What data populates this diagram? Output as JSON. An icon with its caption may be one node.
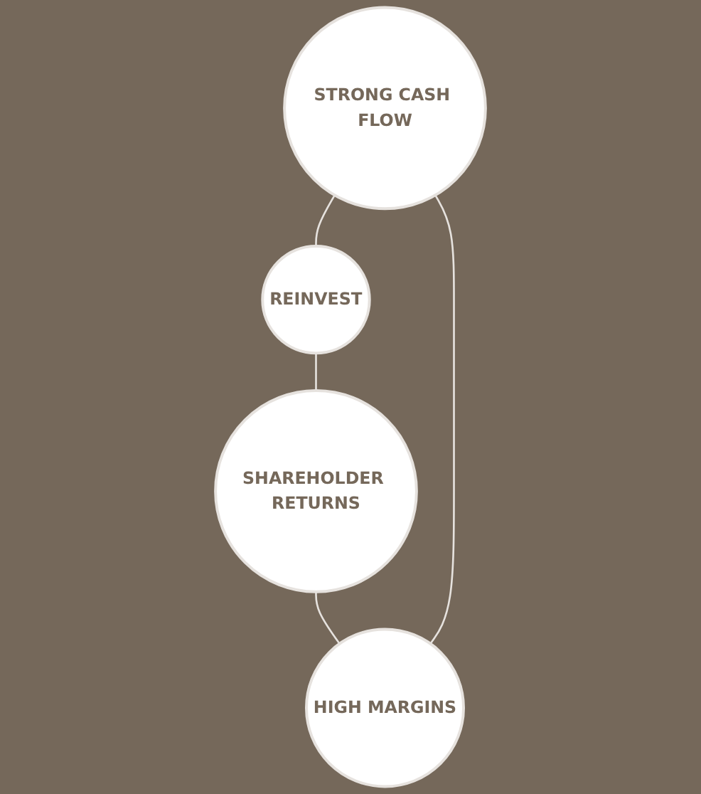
{
  "diagram": {
    "nodes": [
      {
        "text": [
          "STRONG CASH FLOW"
        ]
      },
      {
        "text": [
          "REINVEST"
        ]
      },
      {
        "text": [
          "SHAREHOLDER RETURNS"
        ]
      },
      {
        "text": [
          "HIGH MARGINS"
        ]
      }
    ],
    "edges": [
      {
        "from": 0,
        "to": 1,
        "arrow": "none"
      },
      {
        "from": 1,
        "to": 2,
        "arrow": "none"
      },
      {
        "from": 2,
        "to": 3,
        "arrow": "none"
      },
      {
        "from": 3,
        "to": 0,
        "arrow": "none"
      }
    ]
  }
}
